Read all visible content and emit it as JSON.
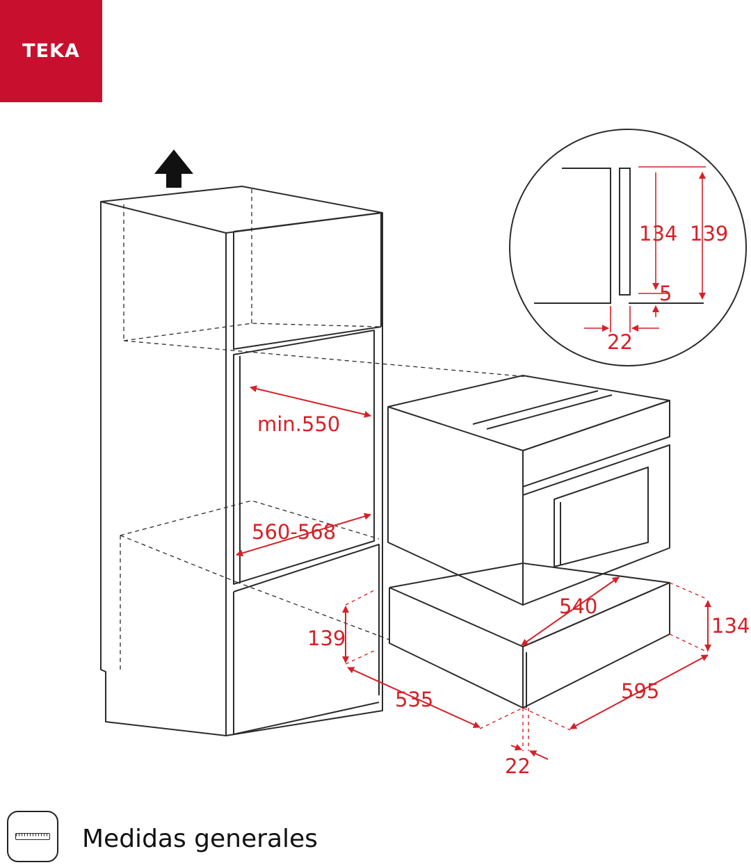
{
  "brand": {
    "name": "TEKA",
    "color": "#c8102e"
  },
  "footer": {
    "title": "Medidas generales",
    "icon": "ruler-icon"
  },
  "colors": {
    "line": "#2b2b2b",
    "dimension": "#d62027"
  },
  "dimensions": {
    "min_depth": "min.550",
    "niche_width": "560-568",
    "oven_depth": "540",
    "drawer_height_niche": "139",
    "drawer_height": "134",
    "drawer_depth": "535",
    "drawer_width": "595",
    "front_offset": "22",
    "detail_134": "134",
    "detail_139": "139",
    "detail_5": "5",
    "detail_22": "22"
  }
}
